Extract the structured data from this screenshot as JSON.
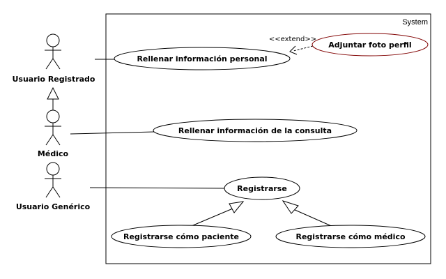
{
  "system": {
    "label": "System"
  },
  "actors": {
    "registrado": "Usuario Registrado",
    "medico": "Médico",
    "generico": "Usuario Genérico"
  },
  "use_cases": {
    "rellenar_personal": "Rellenar información personal",
    "adjuntar_foto": "Adjuntar foto perfil",
    "rellenar_consulta": "Rellenar información de la consulta",
    "registrarse": "Registrarse",
    "registrarse_paciente": "Registrarse cómo paciente",
    "registrarse_medico": "Registrarse cómo médico"
  },
  "relations": {
    "extend_label": "<<extend>>"
  },
  "colors": {
    "line": "#000000",
    "extend_border": "#800000",
    "background": "#ffffff"
  }
}
